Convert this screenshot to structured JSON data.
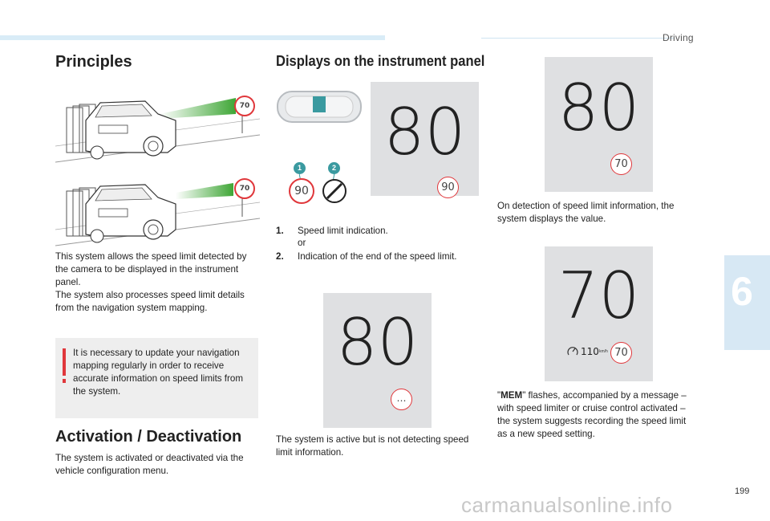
{
  "header": {
    "section": "Driving"
  },
  "chapter": {
    "number": "6"
  },
  "headings": {
    "principles": "Principles",
    "displays": "Displays on the instrument panel",
    "activation": "Activation / Deactivation"
  },
  "illustrations": {
    "sign_value_top": "70",
    "sign_value_bottom": "70"
  },
  "principles": {
    "p1": "This system allows the speed limit detected by the camera to be displayed in the instrument panel.",
    "p2": "The system also processes speed limit details from the navigation system mapping."
  },
  "warning": {
    "text": "It is necessary to update your navigation mapping regularly in order to receive accurate information on speed limits from the system."
  },
  "activation": {
    "text": "The system is activated or deactivated via the vehicle configuration menu."
  },
  "displays": {
    "callout1": "1",
    "callout2": "2",
    "sign_90_small": "90",
    "panel1_speed": "80",
    "panel1_sign": "90",
    "list": [
      {
        "num": "1.",
        "text": "Speed limit indication.",
        "sub": "or"
      },
      {
        "num": "2.",
        "text": "Indication of the end of the speed limit."
      }
    ],
    "panel2_speed": "80",
    "panel2_sign": "…",
    "panel2_caption": "The system is active but is not detecting speed limit information.",
    "panel3_speed": "80",
    "panel3_sign": "70",
    "panel3_caption": "On detection of speed limit information, the system displays the value.",
    "panel4_speed": "70",
    "panel4_mem_value": "110",
    "panel4_mem_unit": "km/h",
    "panel4_sign": "70",
    "panel4_caption_bold": "MEM",
    "panel4_caption_quote_open": "\"",
    "panel4_caption_quote_close": "\"",
    "panel4_caption_rest": " flashes, accompanied by a message – with speed limiter or cruise control activated – the system suggests recording the speed limit as a new speed setting."
  },
  "footer": {
    "page_number": "199",
    "watermark": "carmanualsonline.info"
  },
  "colors": {
    "sign_red": "#e0373b",
    "callout_teal": "#3a9aa0",
    "panel_grey": "#dfe0e2"
  }
}
